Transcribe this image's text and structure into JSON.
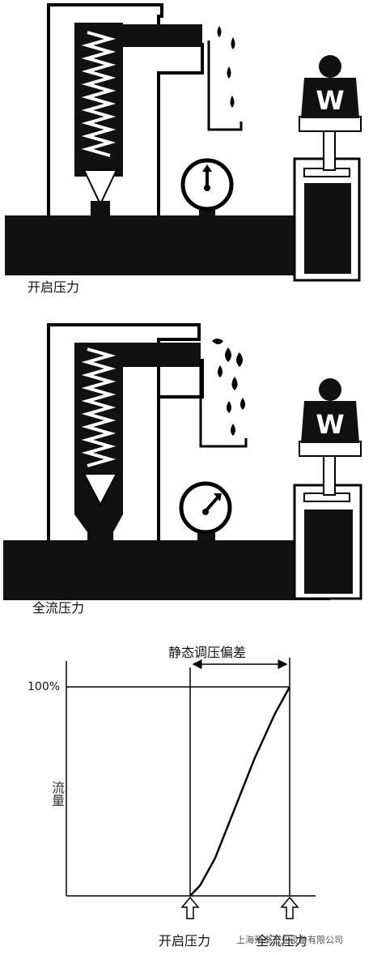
{
  "panels": {
    "open": {
      "caption": "开启压力",
      "weight_letter": "W"
    },
    "full": {
      "caption": "全流压力",
      "weight_letter": "W"
    }
  },
  "chart_data": {
    "type": "line",
    "title": "",
    "xlabel": "",
    "ylabel": "流量",
    "y_tick_label": "100%",
    "span_label": "静态调压偏差",
    "x_markers": [
      "开启压力",
      "全流压力"
    ],
    "series": [
      {
        "x": [
          0,
          0.1,
          0.25,
          0.45,
          0.65,
          0.85,
          1.0
        ],
        "y": [
          0,
          0.05,
          0.18,
          0.42,
          0.66,
          0.87,
          1.0
        ]
      }
    ],
    "xlim": [
      0,
      1
    ],
    "ylim": [
      0,
      1
    ],
    "grid": false
  },
  "watermark": "上海荣泰工业设备有限公司"
}
